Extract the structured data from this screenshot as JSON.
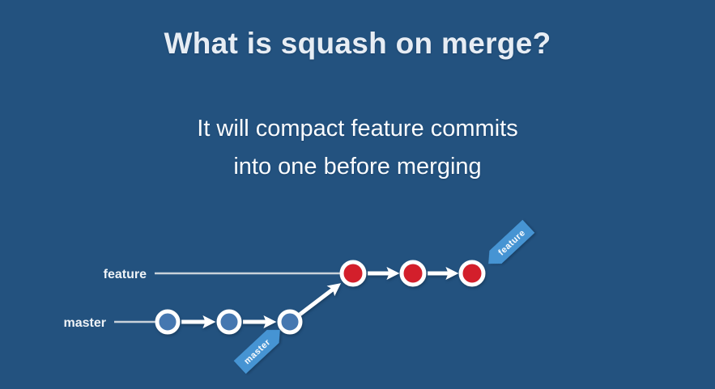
{
  "slide": {
    "title": "What is squash on merge?",
    "subtitle": [
      "It will compact feature commits",
      "into one before merging"
    ]
  },
  "diagram": {
    "feature_label": "feature",
    "master_label": "master",
    "feature_tag": "feature",
    "master_tag": "master",
    "master_commit_count": 3,
    "feature_commit_count": 3,
    "colors": {
      "background": "#23527F",
      "master_commit": "#4577B0",
      "feature_commit": "#D31F2B",
      "tag": "#4694D3",
      "branch_line": "#C9D2DA",
      "arrow": "#FFFFFF"
    }
  }
}
